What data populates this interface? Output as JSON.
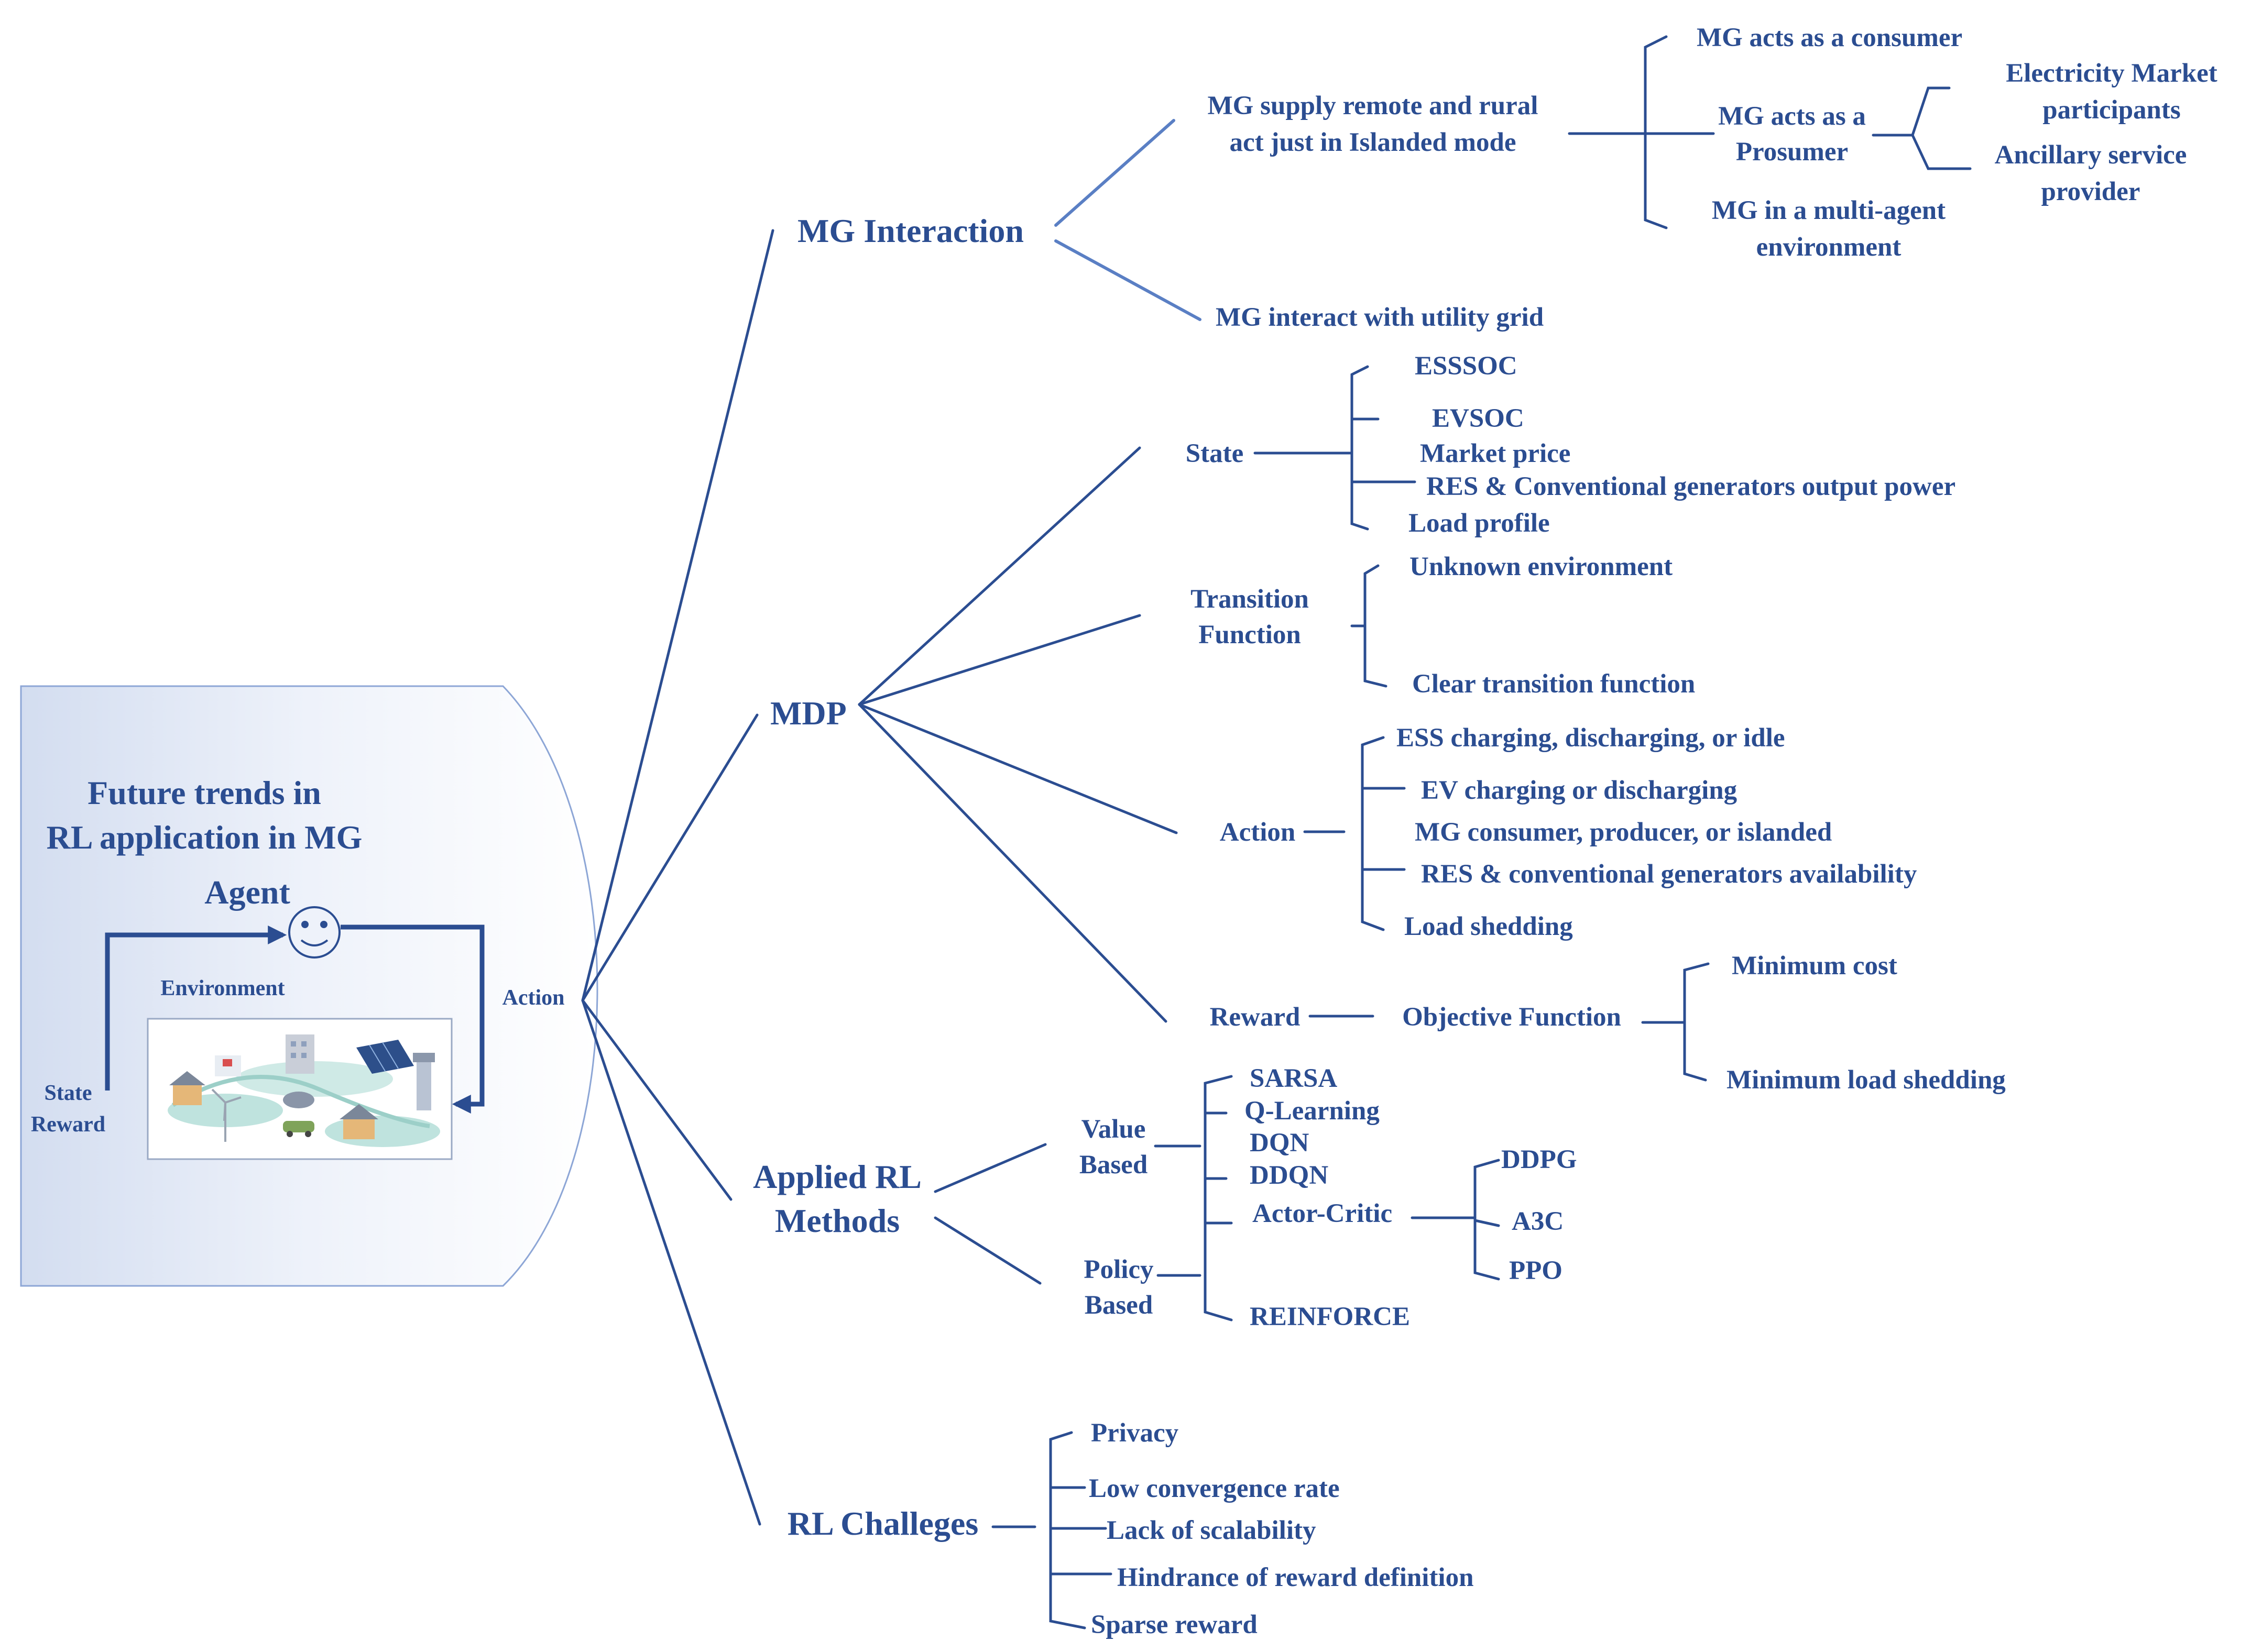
{
  "colors": {
    "primary": "#2b4d91",
    "accent": "#5a7fc4"
  },
  "panel": {
    "title_line1": "Future trends in",
    "title_line2": "RL application in MG",
    "agent": "Agent",
    "environment": "Environment",
    "action": "Action",
    "state": "State",
    "reward": "Reward",
    "agent_icon": "smiley-face-icon",
    "environment_icon": "microgrid-illustration"
  },
  "mg_interaction": {
    "label": "MG Interaction",
    "remote_line1": "MG supply remote  and rural",
    "remote_line2": "act just in Islanded mode",
    "consumer": "MG acts as a consumer",
    "prosumer_line1": "MG acts as a",
    "prosumer_line2": "Prosumer",
    "market_line1": "Electricity Market",
    "market_line2": "participants",
    "ancillary_line1": "Ancillary service",
    "ancillary_line2": "provider",
    "multiagent_line1": "MG in a multi-agent",
    "multiagent_line2": "environment",
    "utility": "MG interact with utility grid"
  },
  "mdp": {
    "label": "MDP",
    "state": {
      "label": "State",
      "items": [
        "ESSSOC",
        "EVSOC",
        "Market price",
        "RES & Conventional generators output power",
        "Load profile"
      ]
    },
    "transition": {
      "label_line1": "Transition",
      "label_line2": "Function",
      "items": [
        "Unknown environment",
        "Clear transition function"
      ]
    },
    "action": {
      "label": "Action",
      "items": [
        "ESS charging, discharging, or idle",
        "EV charging or discharging",
        "MG consumer, producer, or islanded",
        "RES & conventional generators availability",
        "Load shedding"
      ]
    },
    "reward": {
      "label": "Reward",
      "objective": "Objective Function",
      "items": [
        "Minimum cost",
        "Minimum load shedding"
      ]
    }
  },
  "rl_methods": {
    "label_line1": "Applied RL",
    "label_line2": "Methods",
    "value_line1": "Value",
    "value_line2": "Based",
    "policy_line1": "Policy",
    "policy_line2": "Based",
    "items": [
      "SARSA",
      "Q-Learning",
      "DQN",
      "DDQN",
      "Actor-Critic",
      "REINFORCE"
    ],
    "actor_critic_items": [
      "DDPG",
      "A3C",
      "PPO"
    ]
  },
  "challenges": {
    "label": "RL Challeges",
    "items": [
      "Privacy",
      "Low convergence rate",
      "Lack of scalability",
      "Hindrance of reward definition",
      "Sparse reward"
    ]
  }
}
